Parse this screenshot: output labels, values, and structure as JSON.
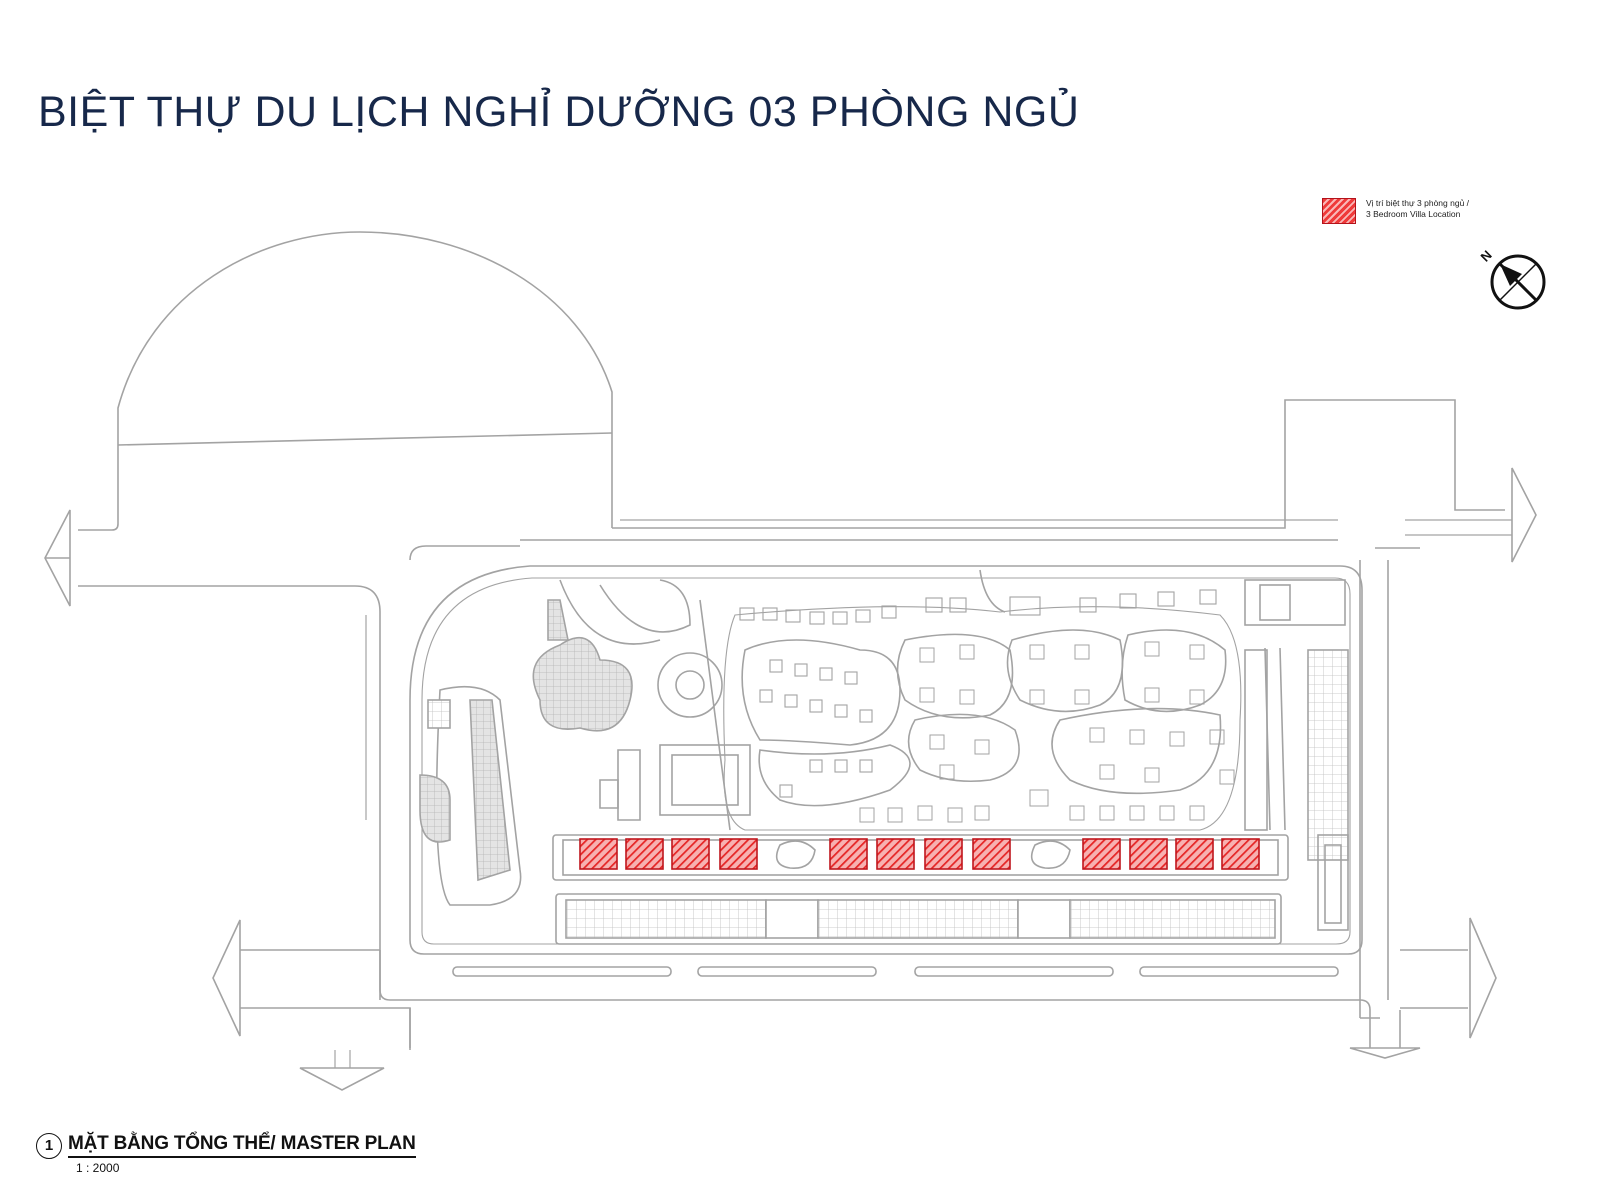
{
  "title": "BIỆT THỰ DU LỊCH NGHỈ DƯỠNG 03 PHÒNG NGỦ",
  "legend": {
    "line1": "Vị trí biệt thự 3 phòng ngủ /",
    "line2": "3 Bedroom Villa Location",
    "swatch_color": "#ef3a3a"
  },
  "compass": {
    "label": "N",
    "icon": "north-arrow-icon"
  },
  "drawing": {
    "number": "1",
    "title": "MẶT BẰNG TỔNG THỂ/ MASTER PLAN",
    "scale": "1 : 2000"
  },
  "villas": {
    "count": 12,
    "color": "#ef3a3a"
  },
  "colors": {
    "title": "#17284a",
    "linework": "#9a9a9a",
    "highlight": "#ef3a3a"
  }
}
